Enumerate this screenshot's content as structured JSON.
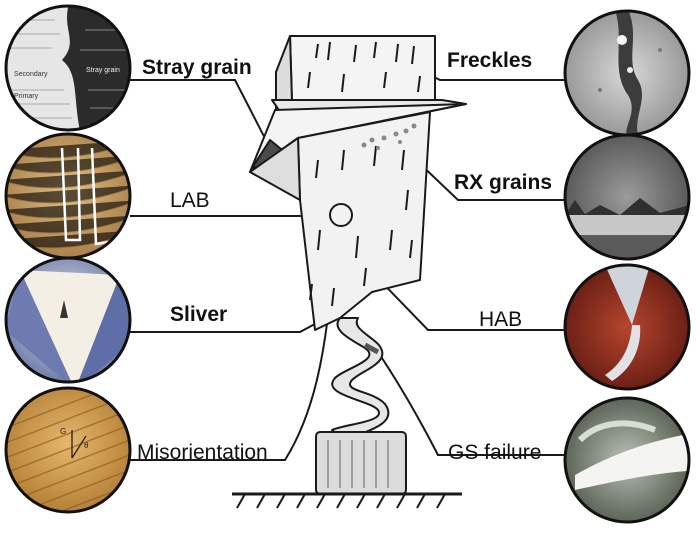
{
  "labels": {
    "stray_grain": "Stray grain",
    "lab": "LAB",
    "sliver": "Sliver",
    "misorientation": "Misorientation",
    "freckles": "Freckles",
    "rx_grains": "RX grains",
    "hab": "HAB",
    "gs_failure": "GS failure"
  },
  "micrograph_inset_texts": {
    "stray_grain_a": "Secondary",
    "stray_grain_b": "Primary",
    "stray_grain_c": "Stray grain",
    "misorientation_g": "G",
    "misorientation_angle": "θ"
  },
  "colors": {
    "line": "#1a1a1a",
    "casting_fill": "#f2f2f2",
    "casting_shadow": "#d9d9d9",
    "stray_grain_patch": "#4a4a4a"
  }
}
